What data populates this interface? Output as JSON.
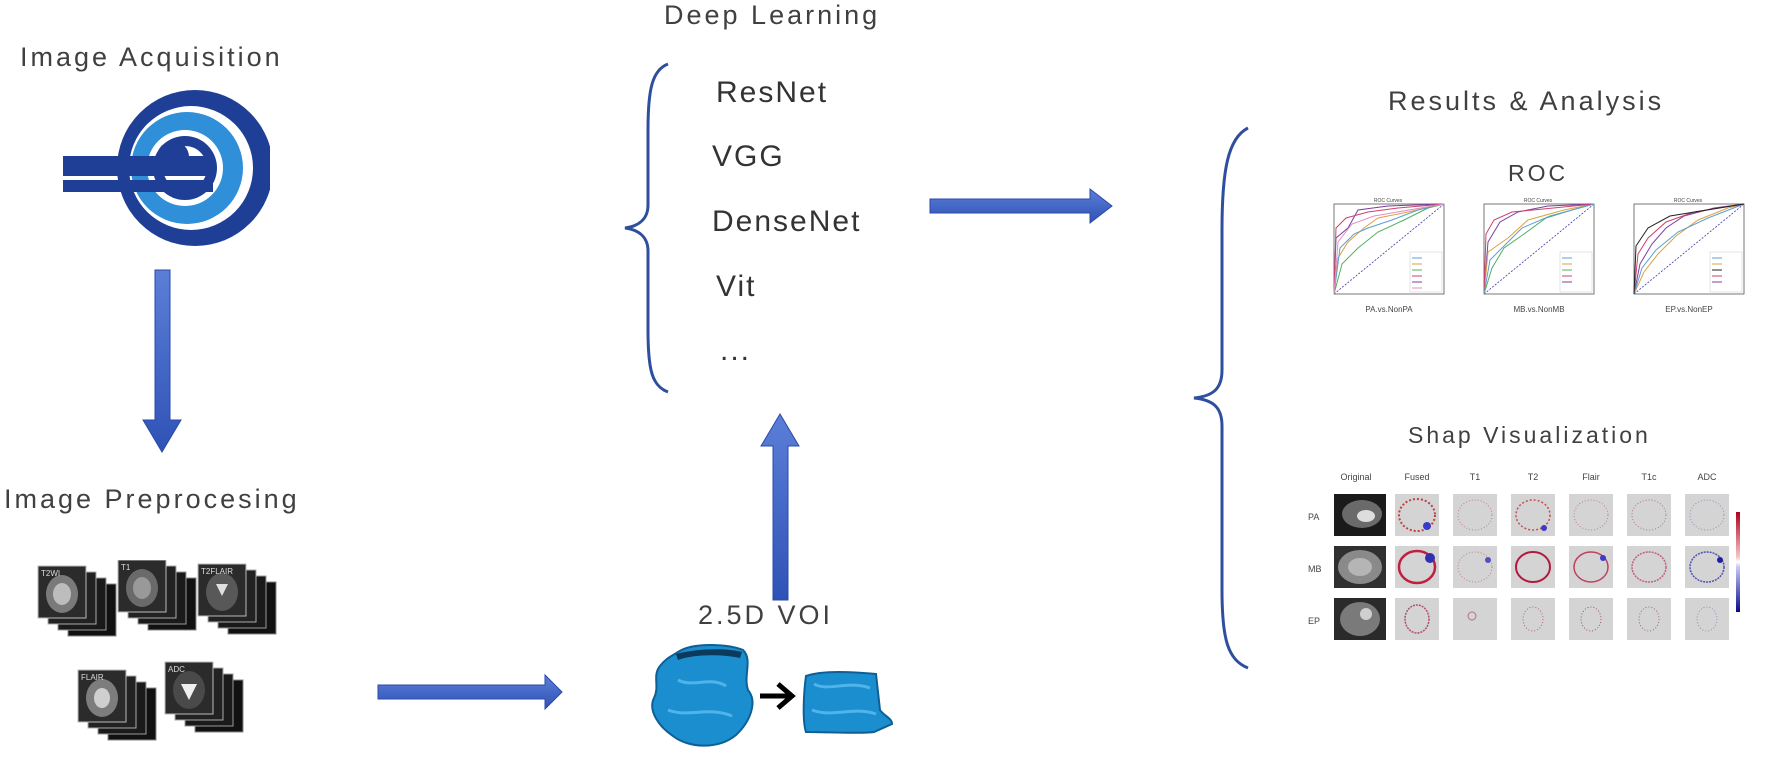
{
  "colors": {
    "arrow": "#3a5fc4",
    "brace": "#2e4e9e",
    "scanner_dark": "#1f3f96",
    "scanner_light": "#2f8fd8",
    "voi": "#1b8ed0",
    "text": "#404040"
  },
  "stages": {
    "acquisition": {
      "title": "Image Acquisition",
      "icon": "mri-scanner-icon"
    },
    "preprocessing": {
      "title": "Image Preprocesing",
      "stacks": [
        "T2WI",
        "T1",
        "T2FLAIR",
        "FLAIR",
        "ADC"
      ]
    },
    "voi": {
      "title": "2.5D VOI"
    },
    "deep_learning": {
      "title": "Deep Learning",
      "models": [
        "ResNet",
        "VGG",
        "DenseNet",
        "Vit",
        "..."
      ]
    },
    "results": {
      "title": "Results & Analysis",
      "roc": {
        "title": "ROC",
        "panels": [
          {
            "panel_title": "ROC Curves",
            "caption": "PA.vs.NonPA"
          },
          {
            "panel_title": "ROC Curves",
            "caption": "MB.vs.NonMB"
          },
          {
            "panel_title": "ROC Curves",
            "caption": "EP.vs.NonEP"
          }
        ]
      },
      "shap": {
        "title": "Shap Visualization",
        "columns": [
          "Original",
          "Fused",
          "T1",
          "T2",
          "Flair",
          "T1c",
          "ADC"
        ],
        "rows": [
          "PA",
          "MB",
          "EP"
        ]
      }
    }
  }
}
